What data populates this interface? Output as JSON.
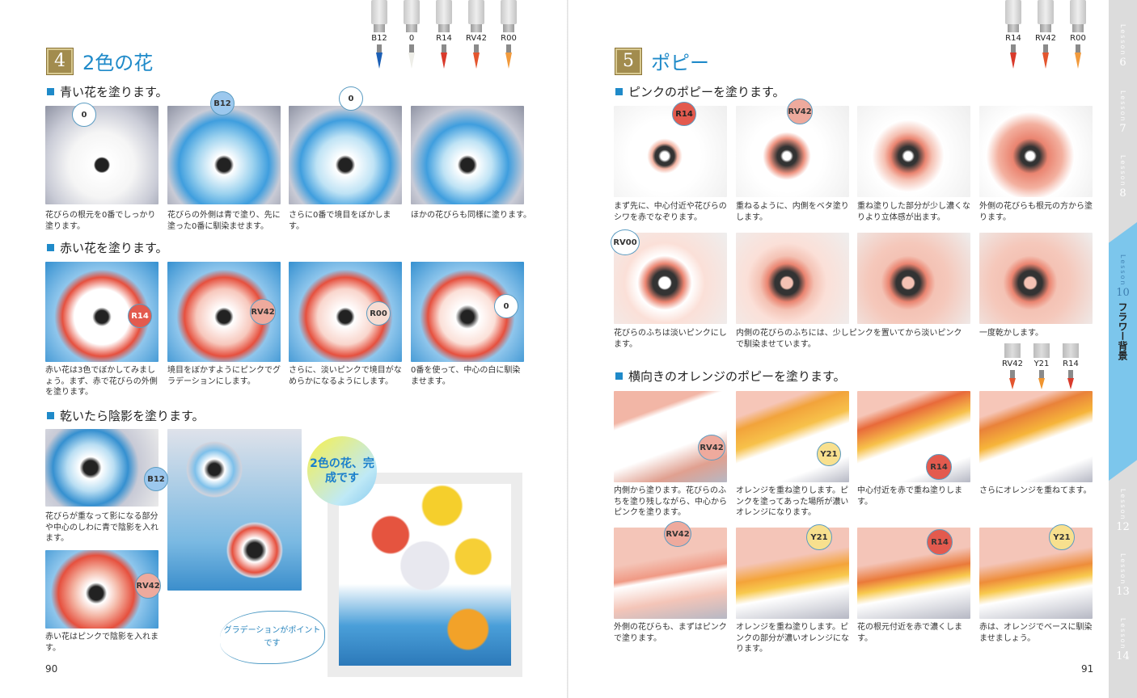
{
  "left_page": {
    "section": {
      "number": "4",
      "title": "2色の花"
    },
    "pens": [
      {
        "code": "B12",
        "tip_color": "#1b5fb5"
      },
      {
        "code": "0",
        "tip_color": "#f5f5f0"
      },
      {
        "code": "R14",
        "tip_color": "#d93a2b"
      },
      {
        "code": "RV42",
        "tip_color": "#e3552e"
      },
      {
        "code": "R00",
        "tip_color": "#f19a3c"
      }
    ],
    "subsections": [
      {
        "heading": "青い花を塗ります。",
        "steps": [
          {
            "marker": "0",
            "caption": "花びらの根元を0番でしっかり塗ります。"
          },
          {
            "marker": "B12",
            "caption": "花びらの外側は青で塗り、先に塗った0番に馴染ませます。"
          },
          {
            "marker": "0",
            "caption": "さらに0番で境目をぼかします。"
          },
          {
            "marker": "",
            "caption": "ほかの花びらも同様に塗ります。"
          }
        ]
      },
      {
        "heading": "赤い花を塗ります。",
        "steps": [
          {
            "marker": "R14",
            "caption": "赤い花は3色でぼかしてみましょう。まず、赤で花びらの外側を塗ります。"
          },
          {
            "marker": "RV42",
            "caption": "境目をぼかすようにピンクでグラデーションにします。"
          },
          {
            "marker": "R00",
            "caption": "さらに、淡いピンクで境目がなめらかになるようにします。"
          },
          {
            "marker": "0",
            "caption": "0番を使って、中心の白に馴染ませます。"
          }
        ]
      },
      {
        "heading": "乾いたら陰影を塗ります。",
        "steps": [
          {
            "marker": "B12",
            "caption": "花びらが重なって影になる部分や中心のしわに青で陰影を入れます。"
          },
          {
            "marker": "RV42",
            "caption": "赤い花はピンクで陰影を入れます。"
          }
        ]
      }
    ],
    "complete_badge": "2色の花、完成です",
    "note": "グラデーションがポイントです",
    "page_number": "90"
  },
  "right_page": {
    "section": {
      "number": "5",
      "title": "ポピー"
    },
    "pens": [
      {
        "code": "R14",
        "tip_color": "#d93a2b"
      },
      {
        "code": "RV42",
        "tip_color": "#e3552e"
      },
      {
        "code": "R00",
        "tip_color": "#f19a3c"
      }
    ],
    "subsections": [
      {
        "heading": "ピンクのポピーを塗ります。",
        "steps": [
          {
            "marker": "R14",
            "caption": "まず先に、中心付近や花びらのシワを赤でなぞります。"
          },
          {
            "marker": "RV42",
            "caption": "重ねるように、内側をベタ塗りします。"
          },
          {
            "marker": "",
            "caption": "重ね塗りした部分が少し濃くなりより立体感が出ます。"
          },
          {
            "marker": "",
            "caption": "外側の花びらも根元の方から塗ります。"
          },
          {
            "marker": "RV00",
            "caption": "花びらのふちは淡いピンクにします。"
          },
          {
            "marker": "",
            "caption": "内側の花びらのふちには、少しピンクを置いてから淡いピンクで馴染ませています。"
          },
          {
            "marker": "",
            "caption": ""
          },
          {
            "marker": "",
            "caption": "一度乾かします。"
          }
        ]
      },
      {
        "heading": "横向きのオレンジのポピーを塗ります。",
        "pens": [
          {
            "code": "RV42",
            "tip_color": "#e3552e"
          },
          {
            "code": "Y21",
            "tip_color": "#f0952f"
          },
          {
            "code": "R14",
            "tip_color": "#d93a2b"
          }
        ],
        "steps": [
          {
            "marker": "RV42",
            "caption": "内側から塗ります。花びらのふちを塗り残しながら、中心からピンクを塗ります。"
          },
          {
            "marker": "Y21",
            "caption": "オレンジを重ね塗りします。ピンクを塗ってあった場所が濃いオレンジになります。"
          },
          {
            "marker": "R14",
            "caption": "中心付近を赤で重ね塗りします。"
          },
          {
            "marker": "",
            "caption": "さらにオレンジを重ねてます。"
          },
          {
            "marker": "RV42",
            "caption": "外側の花びらも、まずはピンクで塗ります。"
          },
          {
            "marker": "Y21",
            "caption": "オレンジを重ね塗りします。ピンクの部分が濃いオレンジになります。"
          },
          {
            "marker": "R14",
            "caption": "花の根元付近を赤で濃くします。"
          },
          {
            "marker": "Y21",
            "caption": "赤は、オレンジでベースに馴染ませましょう。"
          }
        ]
      }
    ],
    "page_number": "91"
  },
  "side_tabs": [
    {
      "label": "Lesson",
      "number": "6",
      "active": false
    },
    {
      "label": "Lesson",
      "number": "7",
      "active": false
    },
    {
      "label": "Lesson",
      "number": "8",
      "active": false
    },
    {
      "label": "Lesson",
      "number": "10",
      "active": true,
      "title": "フラワー背景"
    },
    {
      "label": "Lesson",
      "number": "12",
      "active": false
    },
    {
      "label": "Lesson",
      "number": "13",
      "active": false
    },
    {
      "label": "Lesson",
      "number": "14",
      "active": false
    }
  ],
  "colors": {
    "accent_blue": "#1f8ac9",
    "badge_gold": "#a28c4e",
    "tab_active": "#7cc6ec",
    "tab_inactive": "#dcdcdc"
  }
}
